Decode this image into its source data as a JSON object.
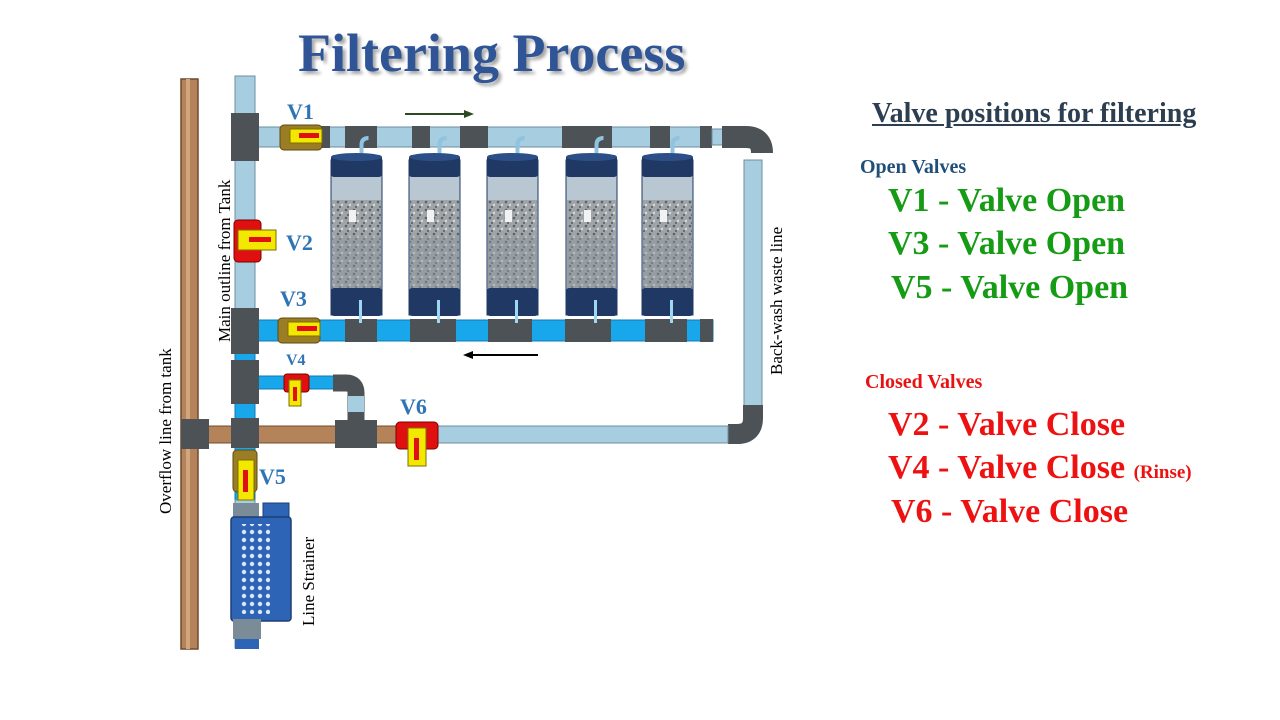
{
  "title": "Filtering Process",
  "diagram": {
    "valve_labels": [
      "V1",
      "V2",
      "V3",
      "V4",
      "V5",
      "V6"
    ],
    "main_line_label": "Main outline from Tank",
    "overflow_label": "Overflow line from tank",
    "backwash_label": "Back-wash waste line",
    "strainer_label": "Line Strainer",
    "filter_count": 5
  },
  "panel": {
    "heading": "Valve positions for filtering",
    "open_title": "Open Valves",
    "open_valves": [
      "V1 - Valve Open",
      "V3 - Valve Open",
      "V5 - Valve Open"
    ],
    "closed_title": "Closed Valves",
    "closed_valves": [
      "V2 - Valve Close",
      "V4 - Valve Close",
      "V6 - Valve Close"
    ],
    "closed_note": "(Rinse)"
  },
  "colors": {
    "title": "#2f5597",
    "open": "#159b14",
    "closed": "#ee1111",
    "open_title": "#1f4e79",
    "closed_title": "#e81212",
    "pipe_light": "#a6cde0",
    "pipe_water": "#19a7ec",
    "pipe_overflow": "#b5835a",
    "joint": "#4d5257",
    "filter_cap": "#203864"
  }
}
